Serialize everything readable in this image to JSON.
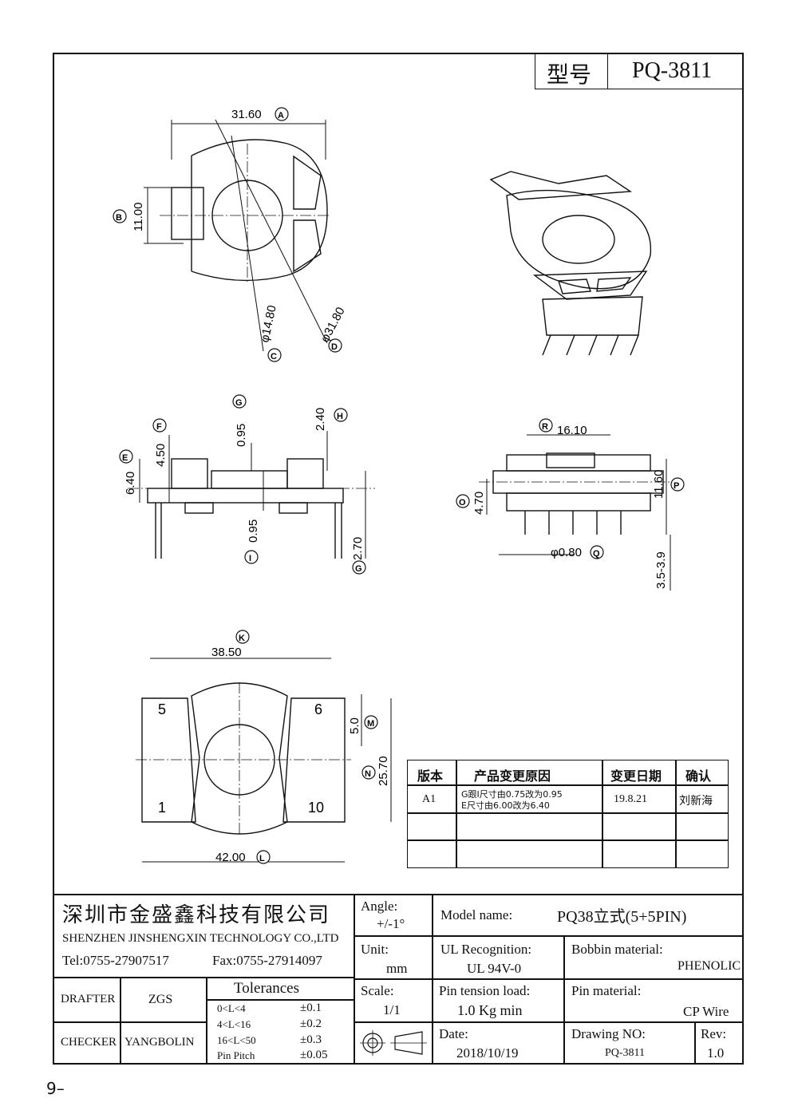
{
  "header": {
    "type_label": "型号",
    "model": "PQ-3811"
  },
  "top_view": {
    "dim_a": "31.60",
    "dim_b": "11.00",
    "dim_c": "φ14.80",
    "dim_d": "φ31.80",
    "labels": [
      "A",
      "B",
      "C",
      "D"
    ]
  },
  "side_view": {
    "dim_g_top": "0.95",
    "dim_h": "2.40",
    "dim_f": "4.50",
    "dim_e": "6.40",
    "dim_i": "0.95",
    "dim_g_bottom": "2.70",
    "labels": [
      "G",
      "H",
      "F",
      "E",
      "I",
      "G"
    ]
  },
  "front_view": {
    "dim_r": "16.10",
    "dim_o": "4.70",
    "dim_p": "11.60",
    "dim_q": "φ0.80",
    "dim_pin": "3.5-3.9",
    "labels": [
      "R",
      "O",
      "P",
      "Q"
    ]
  },
  "bottom_view": {
    "dim_k": "38.50",
    "dim_l": "42.00",
    "dim_m": "5.0",
    "dim_n": "25.70",
    "pins": [
      "5",
      "6",
      "1",
      "10"
    ],
    "labels": [
      "K",
      "L",
      "M",
      "N"
    ]
  },
  "revision_table": {
    "headers": [
      "版本",
      "产品变更原因",
      "变更日期",
      "确认"
    ],
    "rows": [
      {
        "version": "A1",
        "reason_1": "G跟I尺寸由0.75改为0.95",
        "reason_2": "E尺寸由6.00改为6.40",
        "date": "19.8.21",
        "confirm": "刘新海"
      }
    ]
  },
  "title_block": {
    "company_cn": "深圳市金盛鑫科技有限公司",
    "company_en": "SHENZHEN JINSHENGXIN TECHNOLOGY CO.,LTD",
    "tel": "Tel:0755-27907517",
    "fax": "Fax:0755-27914097",
    "angle_label": "Angle:",
    "angle_value": "+/-1°",
    "unit_label": "Unit:",
    "unit_value": "mm",
    "scale_label": "Scale:",
    "scale_value": "1/1",
    "model_name_label": "Model name:",
    "model_name_value": "PQ38立式(5+5PIN)",
    "ul_label": "UL Recognition:",
    "ul_value": "UL 94V-0",
    "bobbin_label": "Bobbin material:",
    "bobbin_value": "PHENOLIC",
    "pin_tension_label": "Pin tension load:",
    "pin_tension_value": "1.0 Kg min",
    "pin_material_label": "Pin material:",
    "pin_material_value": "CP Wire",
    "date_label": "Date:",
    "date_value": "2018/10/19",
    "drawing_no_label": "Drawing NO:",
    "drawing_no_value": "PQ-3811",
    "rev_label": "Rev:",
    "rev_value": "1.0",
    "drafter_label": "DRAFTER",
    "drafter_value": "ZGS",
    "checker_label": "CHECKER",
    "checker_value": "YANGBOLIN",
    "tolerances_title": "Tolerances",
    "tolerances": [
      {
        "range": "0<L<4",
        "value": "±0.1"
      },
      {
        "range": "4<L<16",
        "value": "±0.2"
      },
      {
        "range": "16<L<50",
        "value": "±0.3"
      },
      {
        "range": "Pin Pitch",
        "value": "±0.05"
      }
    ]
  },
  "page_number": "9–"
}
